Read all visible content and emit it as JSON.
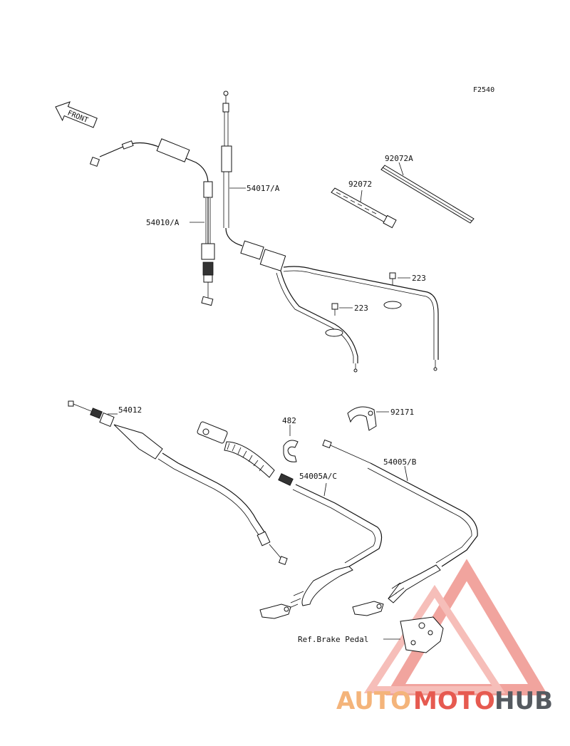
{
  "figure_code": "F2540",
  "front_marker": "FRONT",
  "parts": {
    "p54010A": "54010/A",
    "p54017A": "54017/A",
    "p92072A": "92072A",
    "p92072": "92072",
    "p223a": "223",
    "p223b": "223",
    "p54012": "54012",
    "p482": "482",
    "p92171": "92171",
    "p54005AC": "54005A/C",
    "p54005B": "54005/B",
    "ref_brake": "Ref.Brake Pedal"
  },
  "watermark": {
    "part1": "AUTO",
    "part2": "MOTO",
    "part3": "HUB",
    "colors": {
      "auto": "#f4b47a",
      "moto": "#e65a50",
      "hub": "#555a60",
      "triangle": "#e65a50"
    }
  }
}
